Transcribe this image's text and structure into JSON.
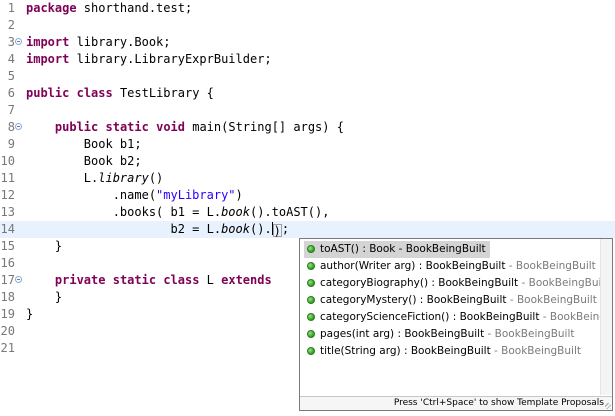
{
  "editor": {
    "lines": [
      {
        "num": "1",
        "fold": false,
        "current": false,
        "tokens": [
          {
            "t": "package",
            "k": "kw"
          },
          {
            "t": " shorthand.test;"
          }
        ]
      },
      {
        "num": "2",
        "fold": false,
        "current": false,
        "tokens": []
      },
      {
        "num": "3",
        "fold": true,
        "current": false,
        "tokens": [
          {
            "t": "import",
            "k": "kw"
          },
          {
            "t": " library.Book;"
          }
        ]
      },
      {
        "num": "4",
        "fold": false,
        "current": false,
        "tokens": [
          {
            "t": "import",
            "k": "kw"
          },
          {
            "t": " library.LibraryExprBuilder;"
          }
        ]
      },
      {
        "num": "5",
        "fold": false,
        "current": false,
        "tokens": []
      },
      {
        "num": "6",
        "fold": false,
        "current": false,
        "tokens": [
          {
            "t": "public",
            "k": "kw"
          },
          {
            "t": " "
          },
          {
            "t": "class",
            "k": "kw"
          },
          {
            "t": " TestLibrary {"
          }
        ]
      },
      {
        "num": "7",
        "fold": false,
        "current": false,
        "tokens": []
      },
      {
        "num": "8",
        "fold": true,
        "current": false,
        "tokens": [
          {
            "t": "    "
          },
          {
            "t": "public",
            "k": "kw"
          },
          {
            "t": " "
          },
          {
            "t": "static",
            "k": "kw"
          },
          {
            "t": " "
          },
          {
            "t": "void",
            "k": "kw"
          },
          {
            "t": " main(String[] args) {"
          }
        ]
      },
      {
        "num": "9",
        "fold": false,
        "current": false,
        "tokens": [
          {
            "t": "        Book b1;"
          }
        ]
      },
      {
        "num": "10",
        "fold": false,
        "current": false,
        "tokens": [
          {
            "t": "        Book b2;"
          }
        ]
      },
      {
        "num": "11",
        "fold": false,
        "current": false,
        "tokens": [
          {
            "t": "        L."
          },
          {
            "t": "library",
            "k": "it"
          },
          {
            "t": "()"
          }
        ]
      },
      {
        "num": "12",
        "fold": false,
        "current": false,
        "tokens": [
          {
            "t": "            .name("
          },
          {
            "t": "\"myLibrary\"",
            "k": "str"
          },
          {
            "t": ")"
          }
        ]
      },
      {
        "num": "13",
        "fold": false,
        "current": false,
        "tokens": [
          {
            "t": "            .books( b1 = L."
          },
          {
            "t": "book",
            "k": "it"
          },
          {
            "t": "().toAST(),"
          }
        ]
      },
      {
        "num": "14",
        "fold": false,
        "current": true,
        "tokens": [
          {
            "t": "                    b2 = L."
          },
          {
            "t": "book",
            "k": "it"
          },
          {
            "t": "()"
          },
          {
            "t": ".",
            "k": "caret"
          },
          {
            "t": ")",
            "k": "box"
          },
          {
            "t": ";"
          }
        ]
      },
      {
        "num": "15",
        "fold": false,
        "current": false,
        "tokens": [
          {
            "t": "    }"
          }
        ]
      },
      {
        "num": "16",
        "fold": false,
        "current": false,
        "tokens": []
      },
      {
        "num": "17",
        "fold": true,
        "current": false,
        "tokens": [
          {
            "t": "    "
          },
          {
            "t": "private",
            "k": "kw"
          },
          {
            "t": " "
          },
          {
            "t": "static",
            "k": "kw"
          },
          {
            "t": " "
          },
          {
            "t": "class",
            "k": "kw"
          },
          {
            "t": " L "
          },
          {
            "t": "extends",
            "k": "kw"
          }
        ]
      },
      {
        "num": "18",
        "fold": false,
        "current": false,
        "tokens": [
          {
            "t": "    }"
          }
        ]
      },
      {
        "num": "19",
        "fold": false,
        "current": false,
        "tokens": [
          {
            "t": "}"
          }
        ]
      },
      {
        "num": "20",
        "fold": false,
        "current": false,
        "tokens": []
      },
      {
        "num": "21",
        "fold": false,
        "current": false,
        "tokens": []
      }
    ]
  },
  "content_assist": {
    "proposals": [
      {
        "label": "toAST() : Book - BookBeingBuilt",
        "decl": "",
        "selected": true
      },
      {
        "label": "author(Writer arg) : BookBeingBuilt",
        "decl": " - BookBeingBuilt",
        "selected": false
      },
      {
        "label": "categoryBiography() : BookBeingBuilt",
        "decl": " - BookBeingBuilt",
        "selected": false
      },
      {
        "label": "categoryMystery() : BookBeingBuilt",
        "decl": " - BookBeingBuilt",
        "selected": false
      },
      {
        "label": "categoryScienceFiction() : BookBeingBuilt",
        "decl": " - BookBeingBuilt",
        "selected": false
      },
      {
        "label": "pages(int arg) : BookBeingBuilt",
        "decl": " - BookBeingBuilt",
        "selected": false
      },
      {
        "label": "title(String arg) : BookBeingBuilt",
        "decl": " - BookBeingBuilt",
        "selected": false
      }
    ],
    "footer": "Press 'Ctrl+Space' to show Template Proposals"
  },
  "colors": {
    "keyword": "#7f0055",
    "string": "#2a00ff",
    "current_line": "#e8f2fe",
    "selection": "#d4d4d4"
  },
  "icons": {
    "fold": "collapse-circle-icon",
    "proposal": "public-method-icon"
  }
}
